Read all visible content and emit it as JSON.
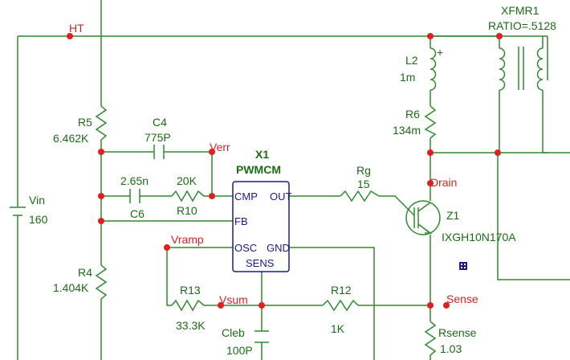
{
  "nets": {
    "ht": "HT",
    "verr": "Verr",
    "vramp": "Vramp",
    "vsum": "Vsum",
    "drain": "Drain",
    "sense": "Sense"
  },
  "components": {
    "xfmr1": {
      "ref": "XFMR1",
      "value": "RATIO=.5128"
    },
    "l2": {
      "ref": "L2",
      "value": "1m"
    },
    "r6": {
      "ref": "R6",
      "value": "134m"
    },
    "r5": {
      "ref": "R5",
      "value": "6.462K"
    },
    "c4": {
      "ref": "C4",
      "value": "775P"
    },
    "x1": {
      "ref": "X1",
      "value": "PWMCM",
      "pins": {
        "cmp": "CMP",
        "out": "OUT",
        "fb": "FB",
        "osc": "OSC",
        "gnd": "GND",
        "sens": "SENS"
      }
    },
    "c6": {
      "ref": "C6",
      "value": "2.65n"
    },
    "r10": {
      "ref": "R10",
      "value": "20K"
    },
    "rg": {
      "ref": "Rg",
      "value": "15"
    },
    "z1": {
      "ref": "Z1",
      "value": "IXGH10N170A"
    },
    "vin": {
      "ref": "Vin",
      "value": "160"
    },
    "r4": {
      "ref": "R4",
      "value": "1.404K"
    },
    "r13": {
      "ref": "R13",
      "value": "33.3K"
    },
    "r12": {
      "ref": "R12",
      "value": "1K"
    },
    "cleb": {
      "ref": "Cleb",
      "value": "100P"
    },
    "rsense": {
      "ref": "Rsense",
      "value": "1.03"
    }
  },
  "colors": {
    "wire": "#2e8b2e",
    "net_label": "#d42424",
    "component_label": "#1c6b16",
    "chip_outline": "#1a1a8c",
    "node_dot": "#e02020"
  }
}
